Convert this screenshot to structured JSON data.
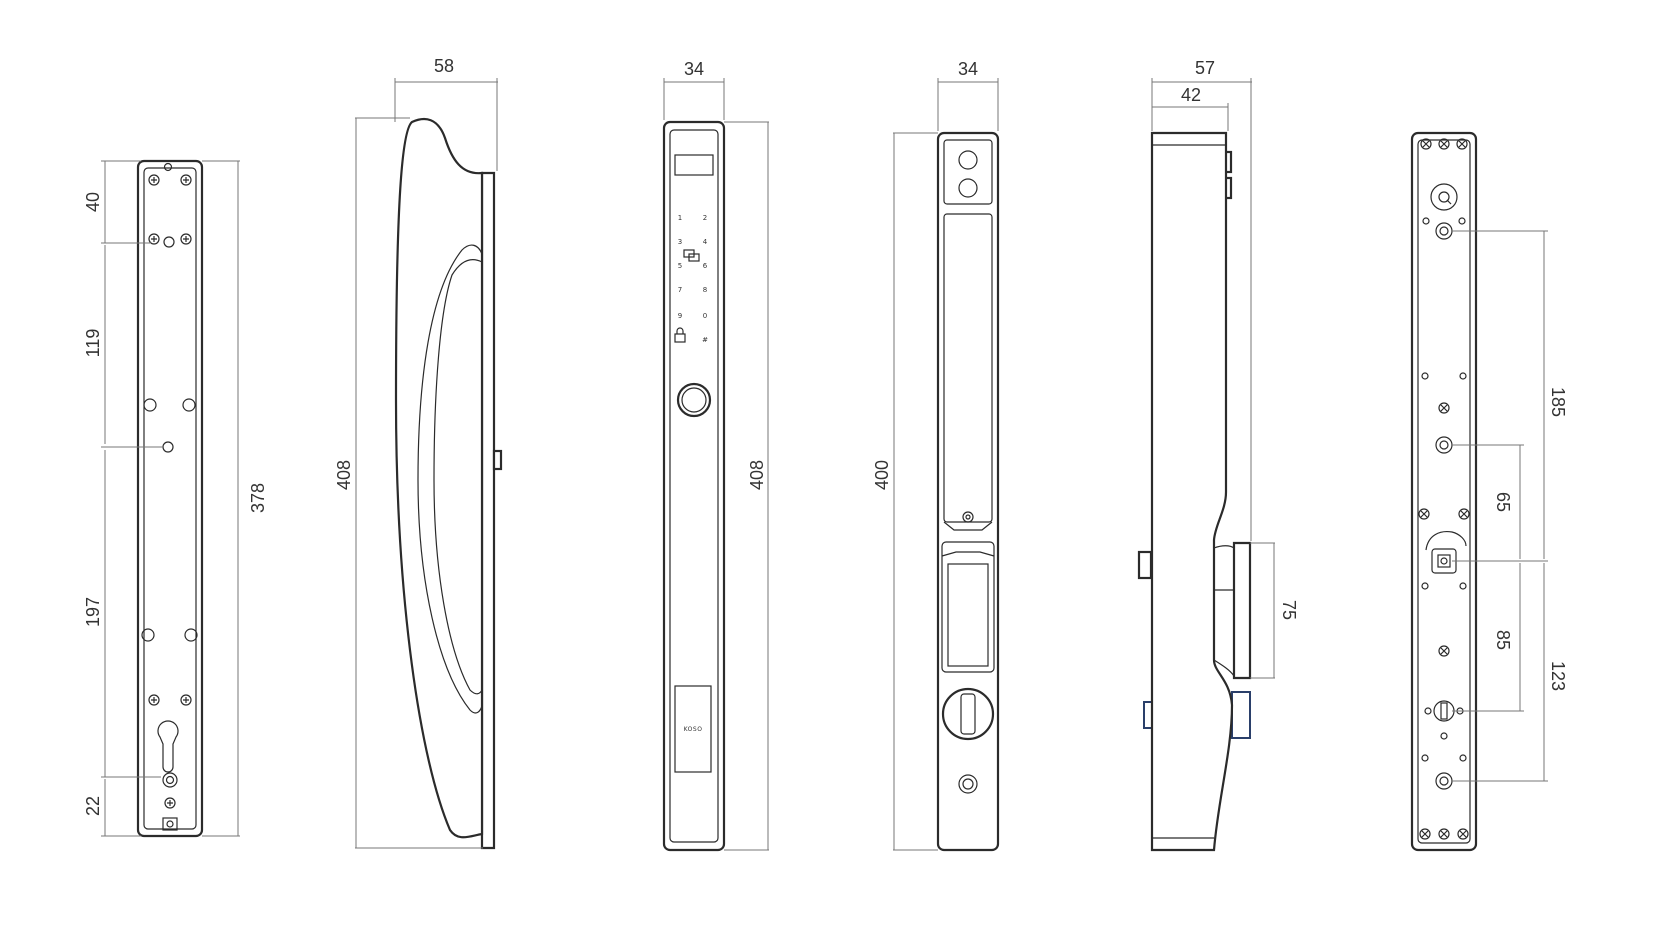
{
  "views": [
    {
      "name": "mounting-plate-view",
      "dimensions": {
        "top_section": "40",
        "upper_spacing": "119",
        "lower_spacing": "197",
        "bottom_section": "22",
        "total_height": "378"
      }
    },
    {
      "name": "handle-side-view",
      "dimensions": {
        "depth": "58",
        "height": "408"
      }
    },
    {
      "name": "front-keypad-view",
      "dimensions": {
        "width": "34",
        "height": "408"
      },
      "keypad": {
        "keys": [
          "1",
          "2",
          "3",
          "4",
          "5",
          "6",
          "7",
          "8",
          "9",
          "0",
          "#"
        ]
      },
      "brand_label": "KOSO"
    },
    {
      "name": "back-panel-view",
      "dimensions": {
        "width": "34",
        "height": "400"
      }
    },
    {
      "name": "side-profile-view",
      "dimensions": {
        "depth_total": "57",
        "depth_body": "42",
        "handle_height": "75"
      }
    },
    {
      "name": "rear-plate-view",
      "dimensions": {
        "upper_spacing": "185",
        "upper_mid": "65",
        "lower_mid": "85",
        "lower_spacing": "123"
      }
    }
  ]
}
